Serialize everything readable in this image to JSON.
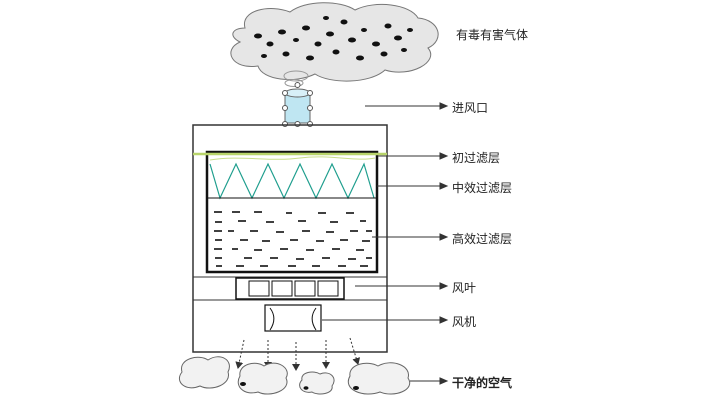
{
  "labels": {
    "toxic_gas": "有毒有害气体",
    "air_inlet": "进风口",
    "primary_filter": "初过滤层",
    "medium_filter": "中效过滤层",
    "hepa_filter": "高效过滤层",
    "fan_blade": "风叶",
    "fan_motor": "风机",
    "clean_air": "干净的空气"
  },
  "colors": {
    "primary_filter": "#b8d46a",
    "medium_filter": "#1f9e8e",
    "inlet": "#bfe6f2",
    "cloud_fill": "#e6e6e6",
    "cloud_stroke": "#777777"
  }
}
